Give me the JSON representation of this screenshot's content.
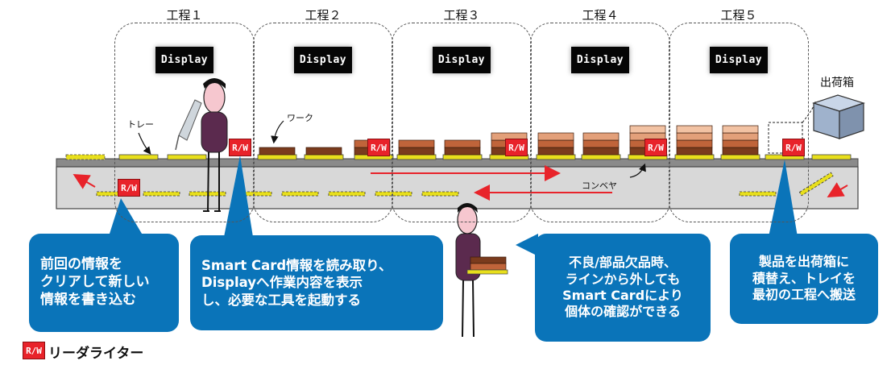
{
  "processes": [
    {
      "label": "工程１",
      "display": "Display"
    },
    {
      "label": "工程２",
      "display": "Display"
    },
    {
      "label": "工程３",
      "display": "Display"
    },
    {
      "label": "工程４",
      "display": "Display"
    },
    {
      "label": "工程５",
      "display": "Display"
    }
  ],
  "labels": {
    "tray": "トレー",
    "work": "ワーク",
    "conveyor": "コンベヤ",
    "shipping_box": "出荷箱"
  },
  "rw_badge": "R/W",
  "callouts": [
    {
      "lines": [
        "前回の情報を",
        "クリアして新しい",
        "情報を書き込む"
      ]
    },
    {
      "lines": [
        "Smart Card情報を読み取り、",
        "Displayへ作業内容を表示",
        "し、必要な工具を起動する"
      ]
    },
    {
      "lines": [
        "不良/部品欠品時、",
        "ラインから外しても",
        "Smart Cardにより",
        "個体の確認ができる"
      ]
    },
    {
      "lines": [
        "製品を出荷箱に",
        "積替え、トレイを",
        "最初の工程へ搬送"
      ]
    }
  ],
  "legend": {
    "badge": "R/W",
    "text": "リーダライター"
  },
  "colors": {
    "callout_blue": "#0a74b9",
    "rw_red": "#e8232a",
    "flow_arrow_red": "#e8232a",
    "tray_yellow": "#e8df1c",
    "work_brown": "#7a3b1d",
    "work_light": "#e3a07a",
    "person_pink": "#f6c7cf",
    "person_purple": "#5b2a4e"
  }
}
